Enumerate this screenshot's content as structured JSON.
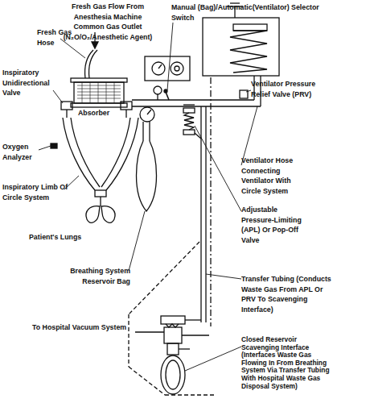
{
  "diagram": {
    "labels": [
      "Fresh Gas Flow From Anesthesia Machine Common Gas Outlet (N₂O/O₂/Anesthetic Agent)",
      "Manual (Bag)/Automatic(Ventilator) Selector Switch",
      "Fresh Gas Hose",
      "Inspiratory Unidirectional Valve",
      "Absorber",
      "Ventilator Pressure Relief Valve (PRV)",
      "Oxygen Analyzer",
      "Ventilator Hose Connecting Ventilator With Circle System",
      "Inspiratory Limb Of Circle System",
      "Patient's Lungs",
      "Adjustable Pressure-Limiting (APL) Or Pop-Off Valve",
      "Breathing System Reservoir Bag",
      "Transfer Tubing (Conducts Waste Gas From APL Or PRV To Scavenging Interface)",
      "To Hospital Vacuum System",
      "Closed Reservoir Scavenging Interface (Interfaces Waste Gas Flowing In From Breathing System Via Transfer Tubing With Hospital Waste Gas Disposal System)"
    ]
  }
}
